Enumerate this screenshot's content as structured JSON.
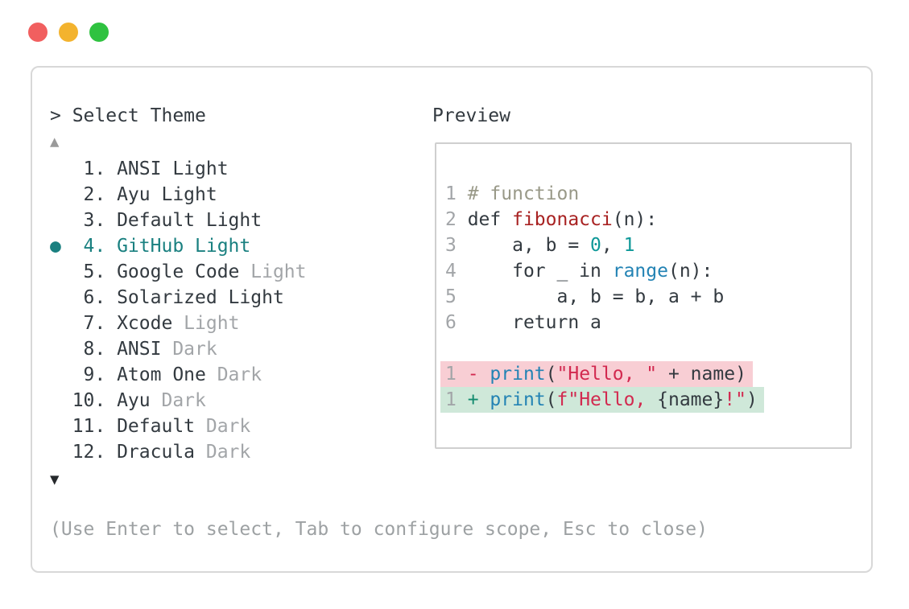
{
  "window": {
    "traffic_lights": [
      {
        "name": "close-button",
        "color_key": "traffic_red"
      },
      {
        "name": "minimize-button",
        "color_key": "traffic_yellow"
      },
      {
        "name": "zoom-button",
        "color_key": "traffic_green"
      }
    ]
  },
  "theme_selector": {
    "prompt": "> Select Theme",
    "scroll_up_indicator": "▲",
    "scroll_down_indicator": "▼",
    "selected_bullet": "●",
    "items": [
      {
        "number": "1.",
        "name": "ANSI Light",
        "variant": "",
        "selected": false
      },
      {
        "number": "2.",
        "name": "Ayu Light",
        "variant": "",
        "selected": false
      },
      {
        "number": "3.",
        "name": "Default Light",
        "variant": "",
        "selected": false
      },
      {
        "number": "4.",
        "name": "GitHub Light",
        "variant": "",
        "selected": true
      },
      {
        "number": "5.",
        "name": "Google Code",
        "variant": "Light",
        "selected": false
      },
      {
        "number": "6.",
        "name": "Solarized Light",
        "variant": "",
        "selected": false
      },
      {
        "number": "7.",
        "name": "Xcode",
        "variant": "Light",
        "selected": false
      },
      {
        "number": "8.",
        "name": "ANSI",
        "variant": "Dark",
        "selected": false
      },
      {
        "number": "9.",
        "name": "Atom One",
        "variant": "Dark",
        "selected": false
      },
      {
        "number": "10.",
        "name": "Ayu",
        "variant": "Dark",
        "selected": false
      },
      {
        "number": "11.",
        "name": "Default",
        "variant": "Dark",
        "selected": false
      },
      {
        "number": "12.",
        "name": "Dracula",
        "variant": "Dark",
        "selected": false
      }
    ],
    "help_text": "(Use Enter to select, Tab to configure scope, Esc to close)"
  },
  "preview": {
    "label": "Preview",
    "code_lines": [
      {
        "number": "1",
        "tokens": [
          {
            "text": "# function",
            "style": "comment"
          }
        ]
      },
      {
        "number": "2",
        "tokens": [
          {
            "text": "def ",
            "style": "plain"
          },
          {
            "text": "fibonacci",
            "style": "function"
          },
          {
            "text": "(n):",
            "style": "plain"
          }
        ]
      },
      {
        "number": "3",
        "tokens": [
          {
            "text": "    a, b = ",
            "style": "plain"
          },
          {
            "text": "0",
            "style": "number"
          },
          {
            "text": ", ",
            "style": "plain"
          },
          {
            "text": "1",
            "style": "number"
          }
        ]
      },
      {
        "number": "4",
        "tokens": [
          {
            "text": "    for _ in ",
            "style": "plain"
          },
          {
            "text": "range",
            "style": "builtin"
          },
          {
            "text": "(n):",
            "style": "plain"
          }
        ]
      },
      {
        "number": "5",
        "tokens": [
          {
            "text": "        a, b = b, a + b",
            "style": "plain"
          }
        ]
      },
      {
        "number": "6",
        "tokens": [
          {
            "text": "    return a",
            "style": "plain"
          }
        ]
      }
    ],
    "diff_lines": [
      {
        "number": "1",
        "type": "removed",
        "tokens": [
          {
            "text": "- ",
            "style": "diff-minus"
          },
          {
            "text": "print",
            "style": "builtin"
          },
          {
            "text": "(",
            "style": "plain"
          },
          {
            "text": "\"Hello, \"",
            "style": "string"
          },
          {
            "text": " + name)",
            "style": "plain"
          }
        ]
      },
      {
        "number": "1",
        "type": "added",
        "tokens": [
          {
            "text": "+ ",
            "style": "diff-plus"
          },
          {
            "text": "print",
            "style": "builtin"
          },
          {
            "text": "(",
            "style": "plain"
          },
          {
            "text": "f\"Hello, ",
            "style": "string"
          },
          {
            "text": "{name}",
            "style": "plain"
          },
          {
            "text": "!\"",
            "style": "string"
          },
          {
            "text": ")",
            "style": "plain"
          }
        ]
      }
    ]
  },
  "colors": {
    "accent_teal": "#1a8080",
    "text_dark": "#333a40",
    "text_dim": "#a2a5a8",
    "help_gray": "#9da1a3",
    "line_number_gray": "#a2a5a8",
    "arrow_up_gray": "#9a9a9a",
    "arrow_down_dark": "#26292c",
    "comment": "#999988",
    "function_red": "#a82222",
    "number_teal": "#0e9898",
    "builtin_blue": "#2383b4",
    "string_red": "#d2294f",
    "diff_plus_green": "#128a6e",
    "removed_bg": "#f8ced4",
    "added_bg": "#cfe8d9",
    "window_border": "#d8d8d8",
    "preview_border": "#cfcfcf",
    "traffic_red": "#f15f5f",
    "traffic_yellow": "#f3b32e",
    "traffic_green": "#2fc240"
  }
}
